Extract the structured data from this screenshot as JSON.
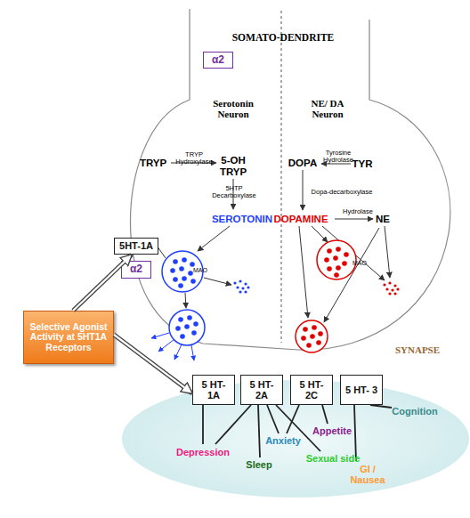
{
  "diagram": {
    "nodes": [
      {
        "text": [
          "α2"
        ]
      },
      {
        "text": [
          "5HT-1A"
        ]
      },
      {
        "text": [
          "α2"
        ]
      },
      {
        "text": [
          "Selective Agonist Activity at 5HT1A Receptors"
        ]
      },
      {
        "text": [
          "5 HT- 1A"
        ]
      },
      {
        "text": [
          "5 HT- 2A"
        ]
      },
      {
        "text": [
          "5 HT- 2C"
        ]
      },
      {
        "text": [
          "5 HT- 3"
        ]
      }
    ],
    "edges": [
      {
        "from": 3,
        "to": 1,
        "arrow": "to"
      },
      {
        "from": 3,
        "to": 4,
        "arrow": "to"
      }
    ],
    "labels": [
      "SOMATO-DENDRITE",
      "Serotonin Neuron",
      "NE/ DA Neuron",
      "TRYP",
      "TRYP Hydroxylase",
      "5-OH TRYP",
      "5HTP Decarboxylase",
      "SEROTONIN",
      "MAO",
      "DOPA",
      "Tyrosine Hydrolase",
      "TYR",
      "Dopa-decarboxylase",
      "DOPAMINE",
      "Hydrolase",
      "NE",
      "MAO",
      "SYNAPSE",
      "Depression",
      "Sleep",
      "Anxiety",
      "Sexual side",
      "Appetite",
      "GI / Nausea",
      "Cognition"
    ]
  }
}
